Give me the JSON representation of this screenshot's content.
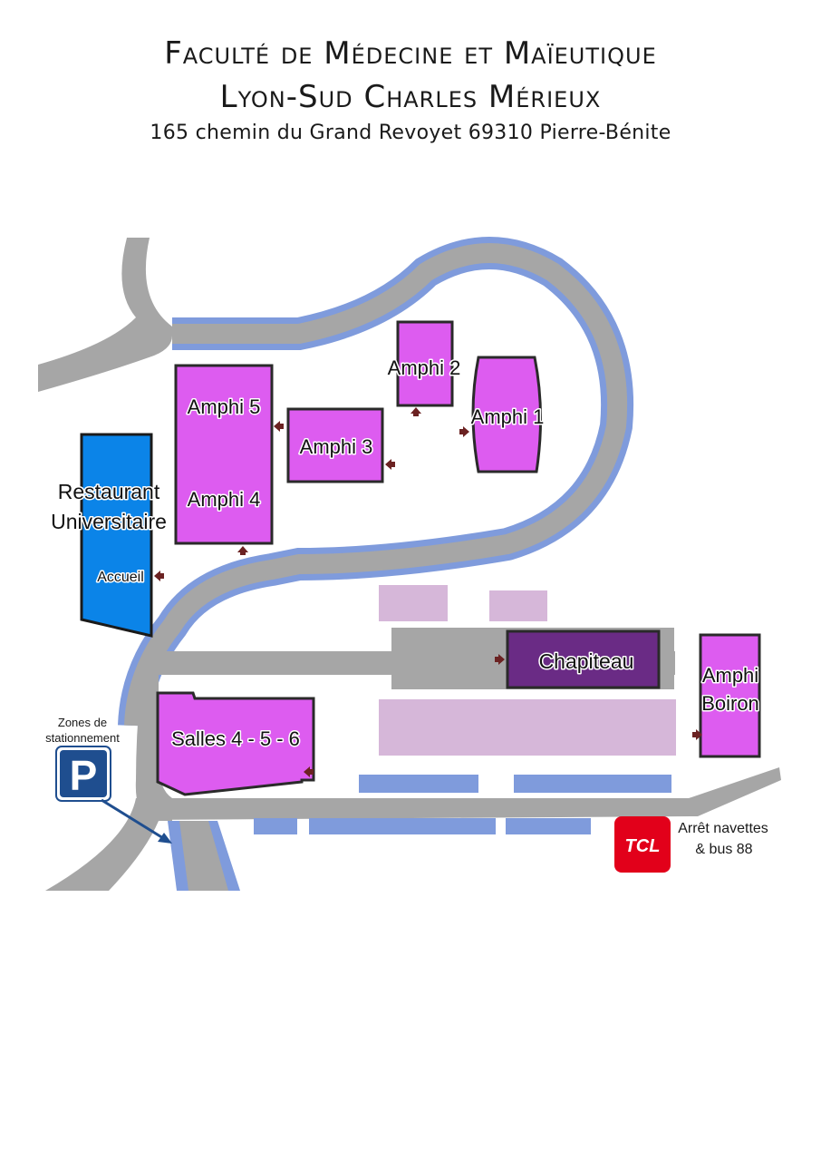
{
  "header": {
    "title_line1": "Faculté de Médecine et Maïeutique",
    "title_line2": "Lyon-Sud Charles Mérieux",
    "address": "165 chemin du Grand Revoyet 69310 Pierre-Bénite"
  },
  "buildings": {
    "amphi5": "Amphi 5",
    "amphi4": "Amphi 4",
    "amphi3": "Amphi 3",
    "amphi2": "Amphi 2",
    "amphi1": "Amphi 1",
    "restaurant_line1": "Restaurant",
    "restaurant_line2": "Universitaire",
    "accueil": "Accueil",
    "chapiteau": "Chapiteau",
    "amphi_boiron_line1": "Amphi",
    "amphi_boiron_line2": "Boiron",
    "salles": "Salles 4 - 5 - 6"
  },
  "parking": {
    "label_line1": "Zones de",
    "label_line2": "stationnement",
    "sign": "P"
  },
  "transit": {
    "logo_text": "TCL",
    "stop_line1": "Arrêt navettes",
    "stop_line2": "& bus 88"
  },
  "colors": {
    "road": "#a6a6a6",
    "road_edge": "#7f9bdc",
    "amphi": "#dd5cf0",
    "restaurant": "#0b84e8",
    "chapiteau": "#6a2b85",
    "light_zone": "#d6b7d9",
    "entrance_arrow": "#6b2222",
    "parking_sign": "#1f4e8f",
    "tcl_red": "#e2001a"
  },
  "icons": {
    "parking": "parking-sign-icon",
    "tcl": "tcl-logo-icon",
    "entrance": "entrance-arrow-icon"
  }
}
